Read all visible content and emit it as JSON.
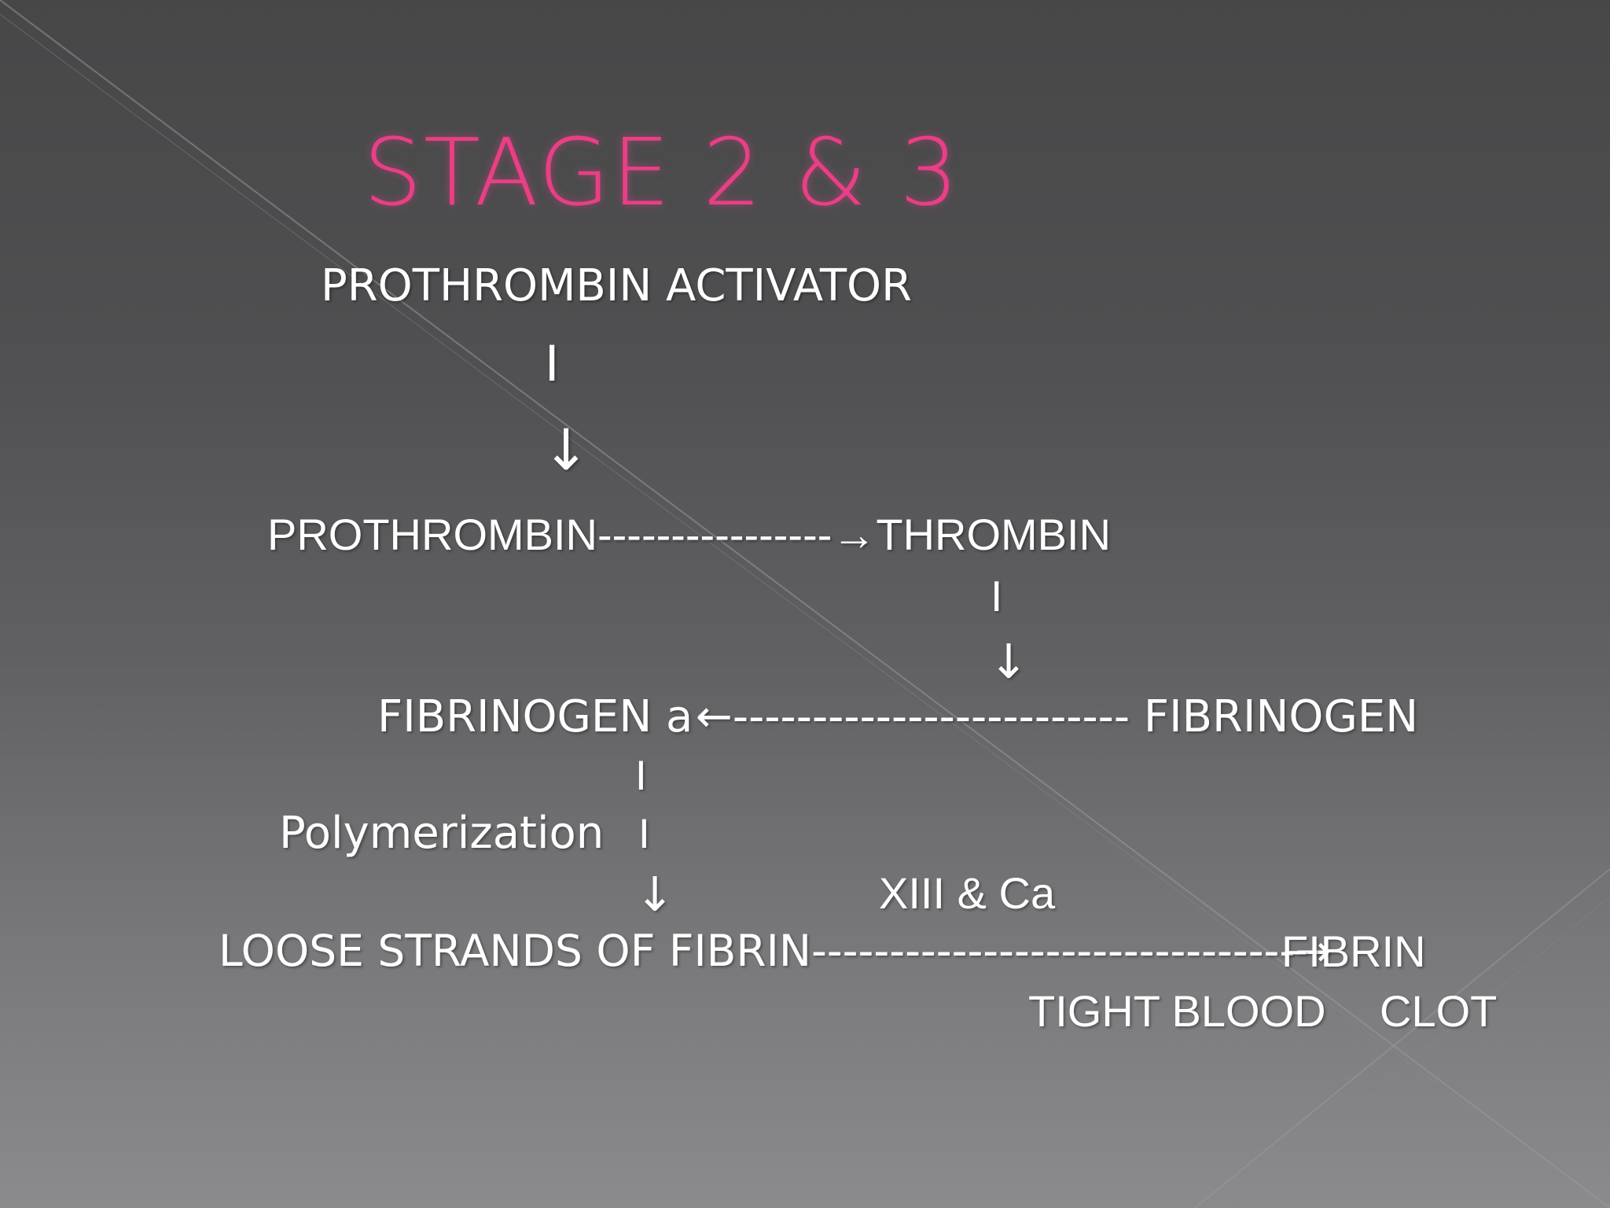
{
  "slide": {
    "title": "STAGE 2 & 3",
    "colors": {
      "title": "#e83f86",
      "text": "#ffffff"
    },
    "lines": {
      "prothrombin_activator": "PROTHROMBIN ACTIVATOR",
      "bar1": "I",
      "arrow1": "↓",
      "prothrombin_thrombin": "PROTHROMBIN----------------→THROMBIN",
      "bar2": "I",
      "arrow2": "↓",
      "fibrinogen_a": "FIBRINOGEN a",
      "fibrinogen_arrow": "←------------------------- FIBRINOGEN",
      "bar3": "I",
      "polymerization": "Polymerization",
      "bar4": "I",
      "arrow3": "↓",
      "xiii_ca": "XIII & Ca",
      "loose_strands": "LOOSE STRANDS OF FIBRIN-------------------------------→",
      "fibrin": "FIBRIN",
      "tight_blood": "TIGHT BLOOD",
      "clot": "CLOT"
    },
    "bullet_icon": "chevron-right-icon"
  }
}
